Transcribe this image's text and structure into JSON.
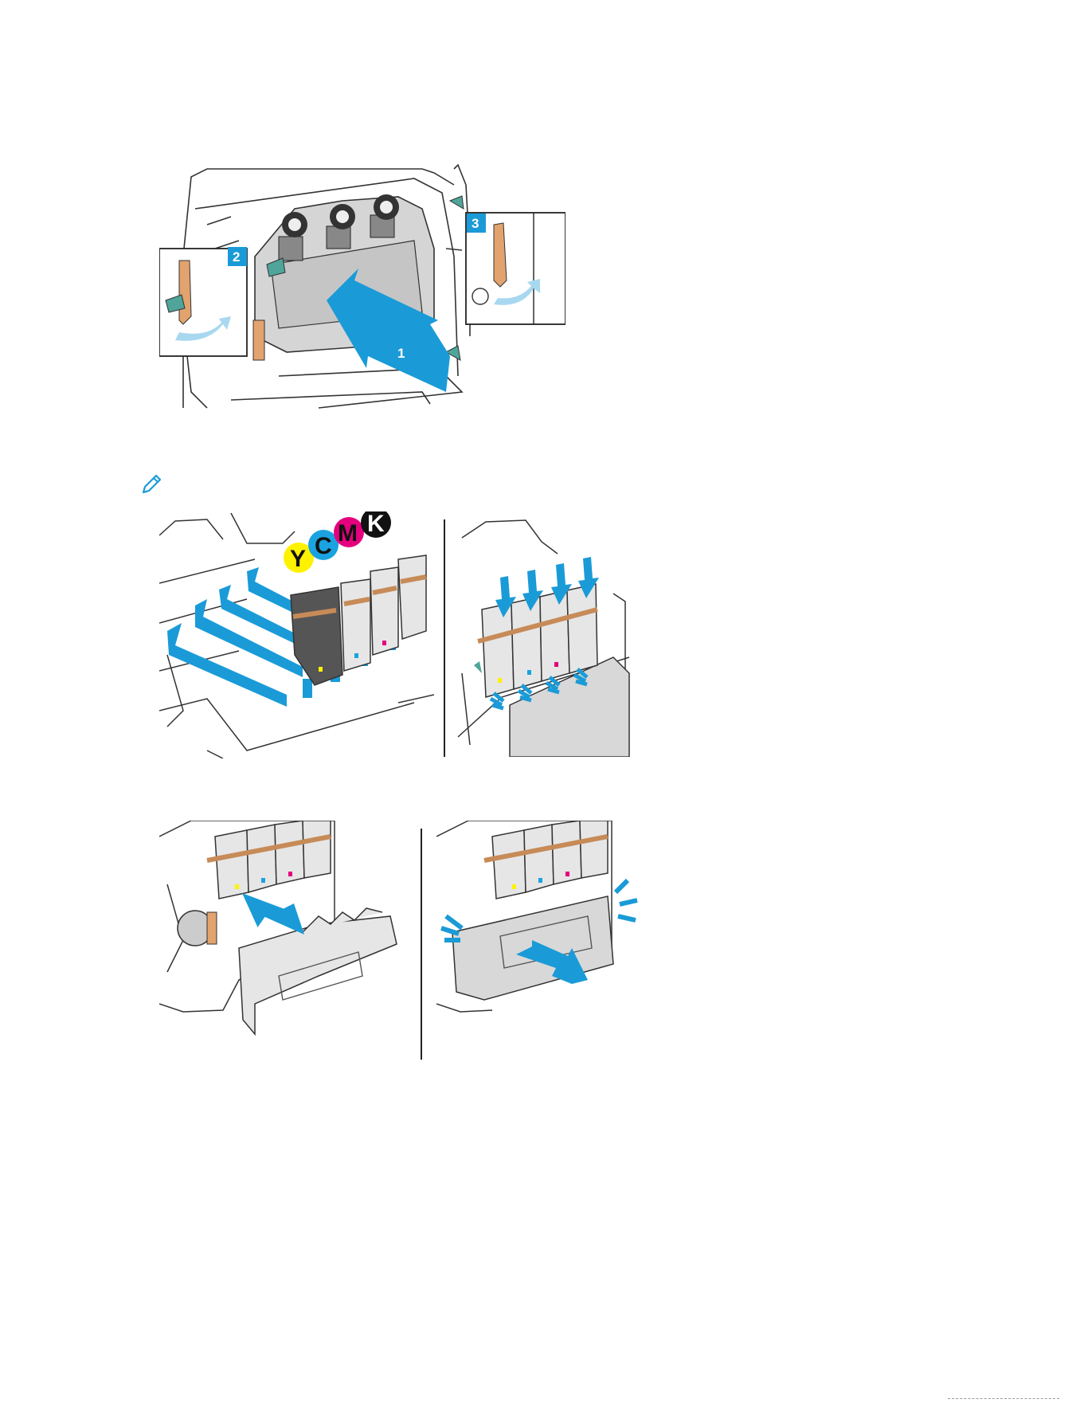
{
  "figures": {
    "bin_insert": {
      "steps": [
        "1",
        "2",
        "3"
      ],
      "colors": {
        "arrow": "#1a9bd7",
        "handle": "#e2a36f",
        "latch": "#4fa59a",
        "line": "#333333"
      }
    },
    "toner_install": {
      "toner_letters": [
        {
          "letter": "Y",
          "bg": "#fff200",
          "fg": "#111111"
        },
        {
          "letter": "C",
          "bg": "#1aa3e0",
          "fg": "#111111"
        },
        {
          "letter": "M",
          "bg": "#e5007e",
          "fg": "#111111"
        },
        {
          "letter": "K",
          "bg": "#111111",
          "fg": "#ffffff"
        }
      ]
    },
    "waste_insert": {}
  },
  "icons": {
    "note": "pencil-icon"
  }
}
